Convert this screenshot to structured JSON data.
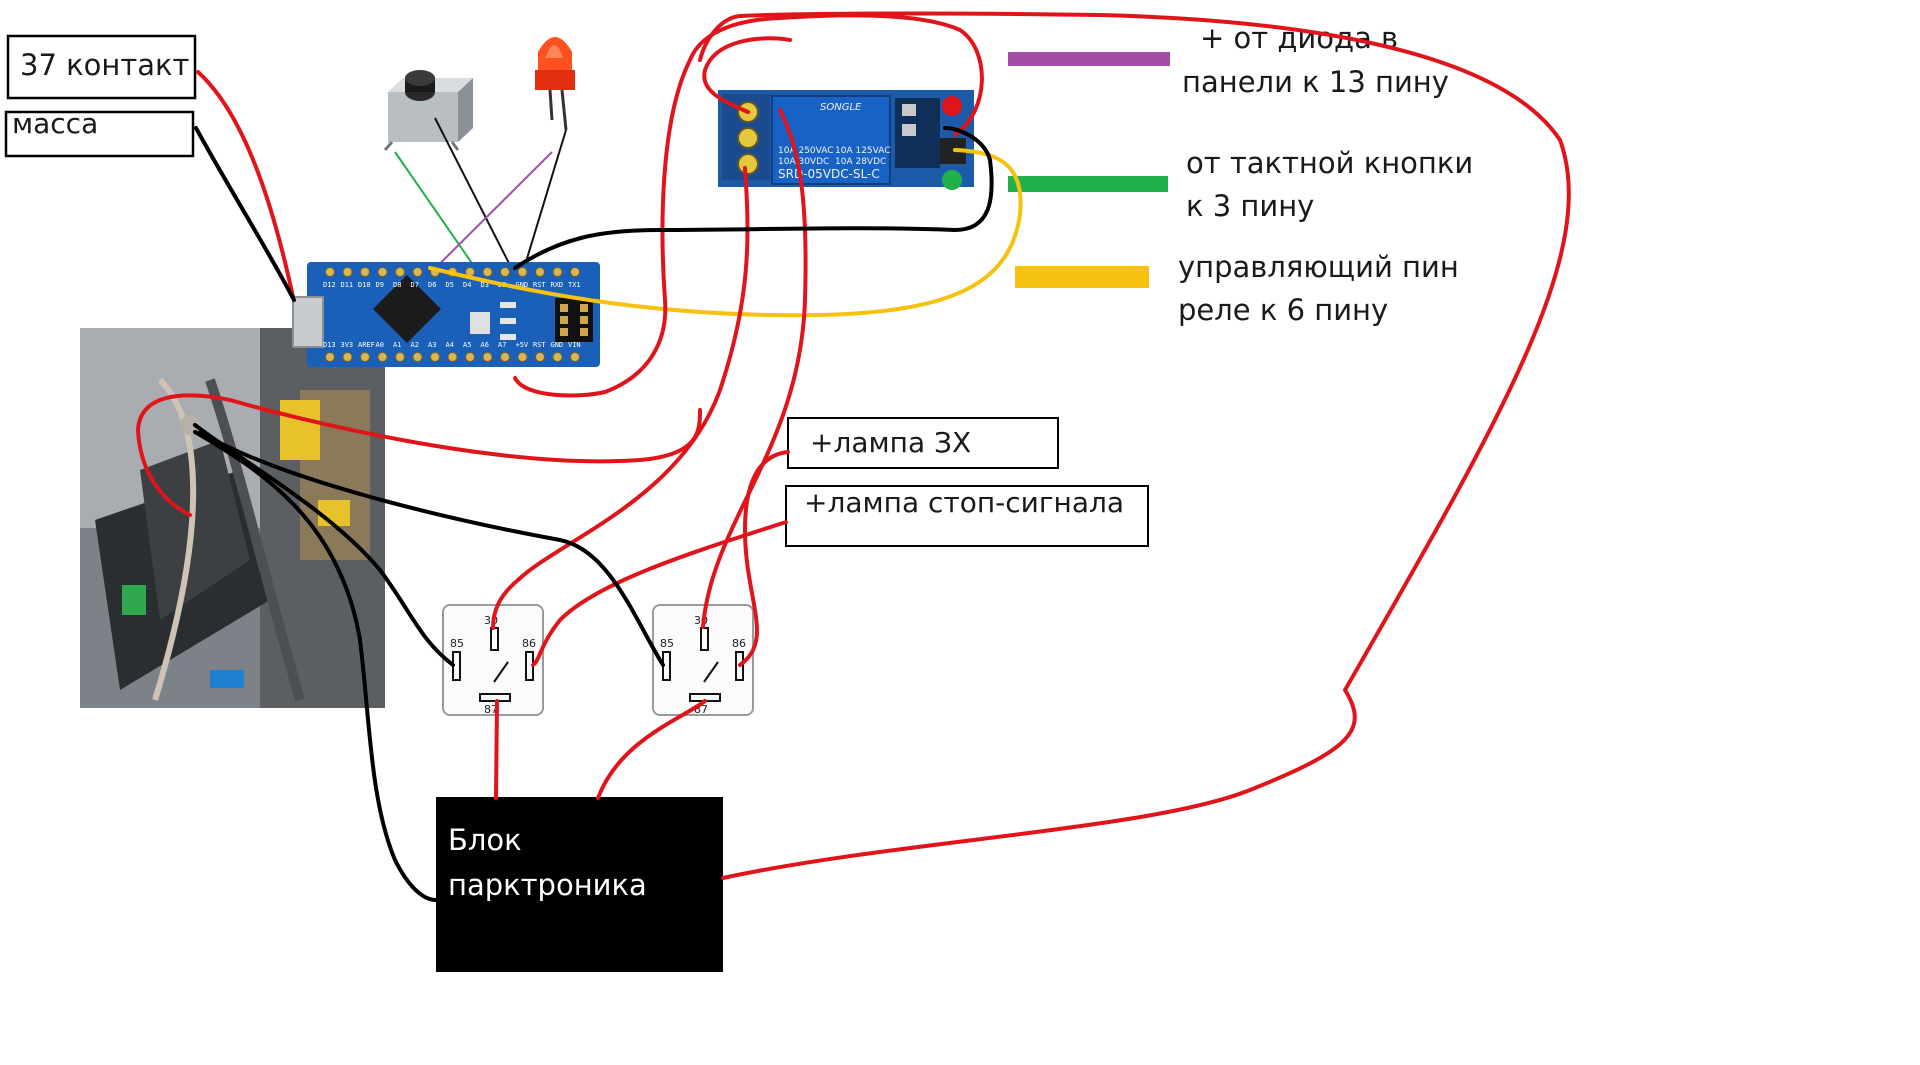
{
  "labels": {
    "contact37": "37 контакт",
    "ground": "масса",
    "lamp_reverse": "+лампа ЗХ",
    "lamp_stop": "+лампа стоп-сигнала",
    "parktronic_line1": "Блок",
    "parktronic_line2": "парктроника"
  },
  "legend": [
    {
      "color": "#a34ea5",
      "line1": "+ от диода в",
      "line2": "панели к 13 пину"
    },
    {
      "color": "#22b04a",
      "line1": "от тактной кнопки",
      "line2": "к 3 пину"
    },
    {
      "color": "#f6c20f",
      "line1": "управляющий пин",
      "line2": "реле к 6 пину"
    }
  ],
  "relay_module": {
    "brand": "SONGLE",
    "spec_row1a": "10A 250VAC",
    "spec_row1b": "10A 125VAC",
    "spec_row2a": "10A 30VDC",
    "spec_row2b": "10A 28VDC",
    "model": "SRD-05VDC-SL-C"
  },
  "auto_relays": [
    {
      "pin30": "30",
      "pin85": "85",
      "pin86": "86",
      "pin87": "87"
    },
    {
      "pin30": "30",
      "pin85": "85",
      "pin86": "86",
      "pin87": "87"
    }
  ],
  "arduino": {
    "top_pins": [
      "D12",
      "D11",
      "D10",
      "D9",
      "D8",
      "D7",
      "D6",
      "D5",
      "D4",
      "D3",
      "D2",
      "GND",
      "RST",
      "RXD",
      "TX1"
    ],
    "bottom_pins": [
      "D13",
      "3V3",
      "AREF",
      "A0",
      "A1",
      "A2",
      "A3",
      "A4",
      "A5",
      "A6",
      "A7",
      "+5V",
      "RST",
      "GND",
      "VIN"
    ]
  },
  "colors": {
    "red_wire": "#e0141b",
    "black_wire": "#000000",
    "purple_wire": "#a34ea5",
    "green_wire": "#22b04a",
    "yellow_wire": "#f6c20f",
    "board_blue": "#1a5fb8"
  }
}
